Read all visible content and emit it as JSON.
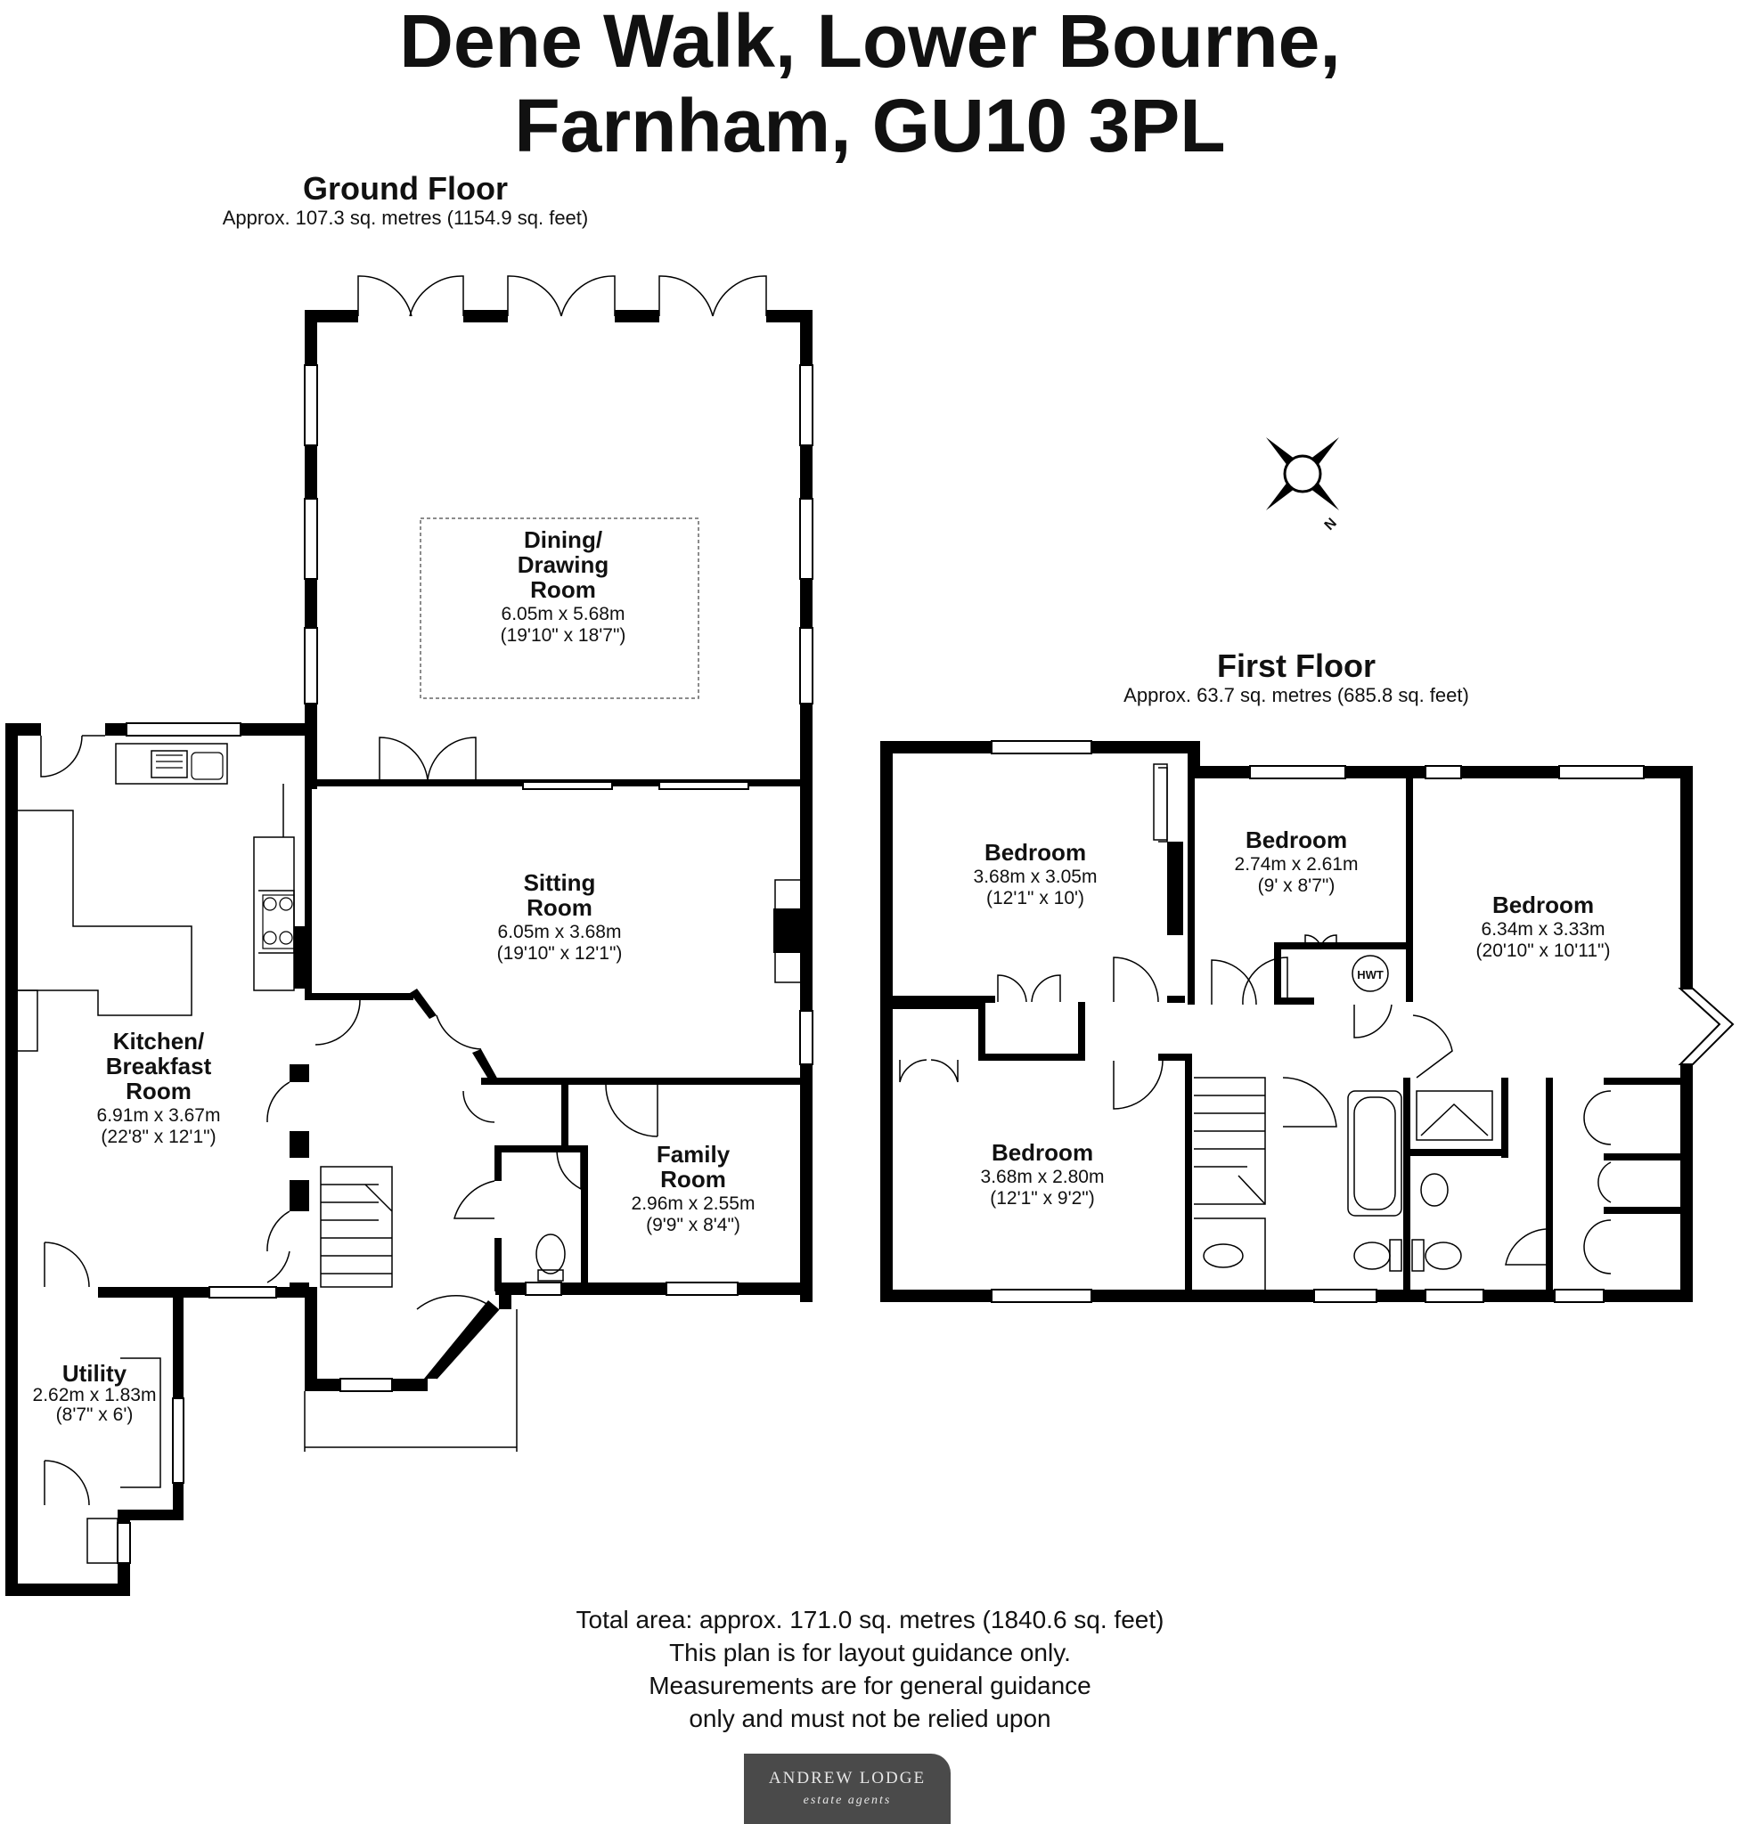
{
  "title": {
    "line1": "Dene Walk, Lower Bourne,",
    "line2": "Farnham, GU10 3PL"
  },
  "ground_floor": {
    "name": "Ground Floor",
    "area": "Approx. 107.3 sq. metres (1154.9 sq. feet)",
    "rooms": {
      "dining": {
        "name": [
          "Dining/",
          "Drawing",
          "Room"
        ],
        "metric": "6.05m x 5.68m",
        "imperial": "(19'10\" x 18'7\")"
      },
      "sitting": {
        "name": [
          "Sitting",
          "Room"
        ],
        "metric": "6.05m x 3.68m",
        "imperial": "(19'10\" x 12'1\")"
      },
      "kitchen": {
        "name": [
          "Kitchen/",
          "Breakfast",
          "Room"
        ],
        "metric": "6.91m x 3.67m",
        "imperial": "(22'8\" x 12'1\")"
      },
      "family": {
        "name": [
          "Family",
          "Room"
        ],
        "metric": "2.96m x 2.55m",
        "imperial": "(9'9\" x 8'4\")"
      },
      "utility": {
        "name": [
          "Utility"
        ],
        "metric": "2.62m x 1.83m",
        "imperial": "(8'7\" x 6')"
      }
    }
  },
  "first_floor": {
    "name": "First Floor",
    "area": "Approx. 63.7 sq. metres (685.8 sq. feet)",
    "rooms": {
      "bed1": {
        "name": [
          "Bedroom"
        ],
        "metric": "3.68m x 3.05m",
        "imperial": "(12'1\" x 10')"
      },
      "bed2": {
        "name": [
          "Bedroom"
        ],
        "metric": "2.74m x 2.61m",
        "imperial": "(9' x 8'7\")"
      },
      "bed3": {
        "name": [
          "Bedroom"
        ],
        "metric": "6.34m x 3.33m",
        "imperial": "(20'10\" x 10'11\")"
      },
      "bed4": {
        "name": [
          "Bedroom"
        ],
        "metric": "3.68m x 2.80m",
        "imperial": "(12'1\" x 9'2\")"
      }
    },
    "hwt_label": "HWT"
  },
  "compass": {
    "label": "N"
  },
  "footer": {
    "total_area": "Total area: approx. 171.0 sq. metres (1840.6 sq. feet)",
    "line2": "This plan is for layout guidance only.",
    "line3": "Measurements are for general guidance",
    "line4": "only and must not be relied upon"
  },
  "logo": {
    "name": "ANDREW LODGE",
    "tagline": "estate agents"
  },
  "colors": {
    "wall": "#000000",
    "background": "#ffffff",
    "logo_bg": "#4a4a4a"
  }
}
